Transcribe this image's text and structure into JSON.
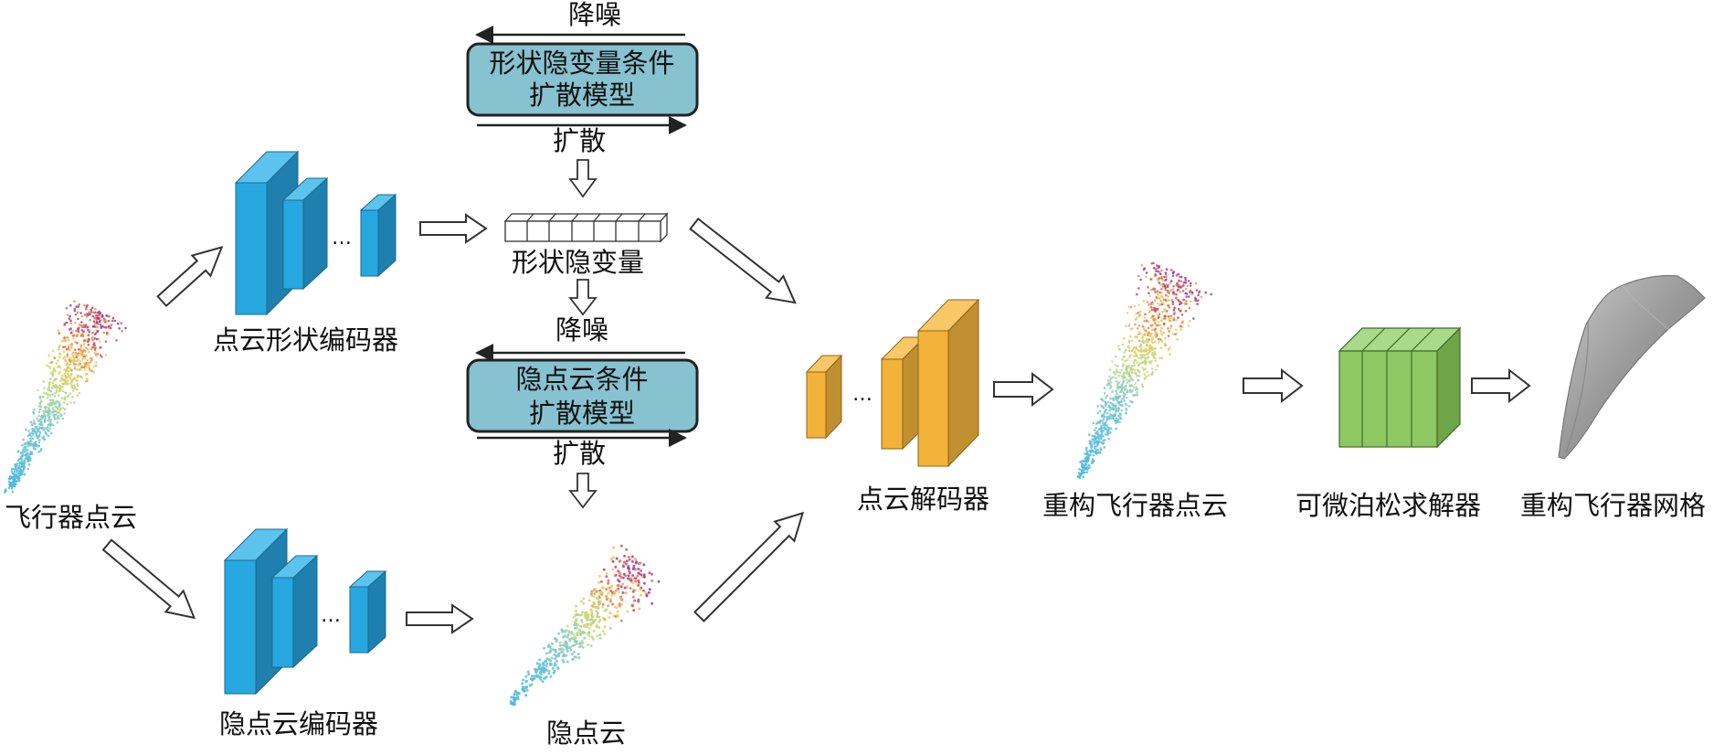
{
  "labels": {
    "input_cloud": "飞行器点云",
    "shape_encoder": "点云形状编码器",
    "latent_encoder": "隐点云编码器",
    "shape_latent": "形状隐变量",
    "latent_cloud": "隐点云",
    "decoder": "点云解码器",
    "recon_cloud": "重构飞行器点云",
    "poisson_solver": "可微泊松求解器",
    "recon_mesh": "重构飞行器网格"
  },
  "diffusion_top": {
    "line1": "形状隐变量条件",
    "line2": "扩散模型",
    "denoise": "降噪",
    "diffuse": "扩散"
  },
  "diffusion_bottom": {
    "line1": "隐点云条件",
    "line2": "扩散模型",
    "denoise": "降噪",
    "diffuse": "扩散"
  },
  "ellipsis": "…",
  "colors": {
    "encoder_front": "#27a7e0",
    "encoder_side": "#1f7fae",
    "encoder_top": "#5cc3ee",
    "decoder_front": "#f3b23a",
    "decoder_side": "#c08f2f",
    "decoder_top": "#f7c865",
    "solver_front": "#8dc862",
    "solver_side": "#6fa548",
    "solver_top": "#a9d98a",
    "diffusion_box": "#87c2d0",
    "mesh": "#9a9a9a"
  }
}
